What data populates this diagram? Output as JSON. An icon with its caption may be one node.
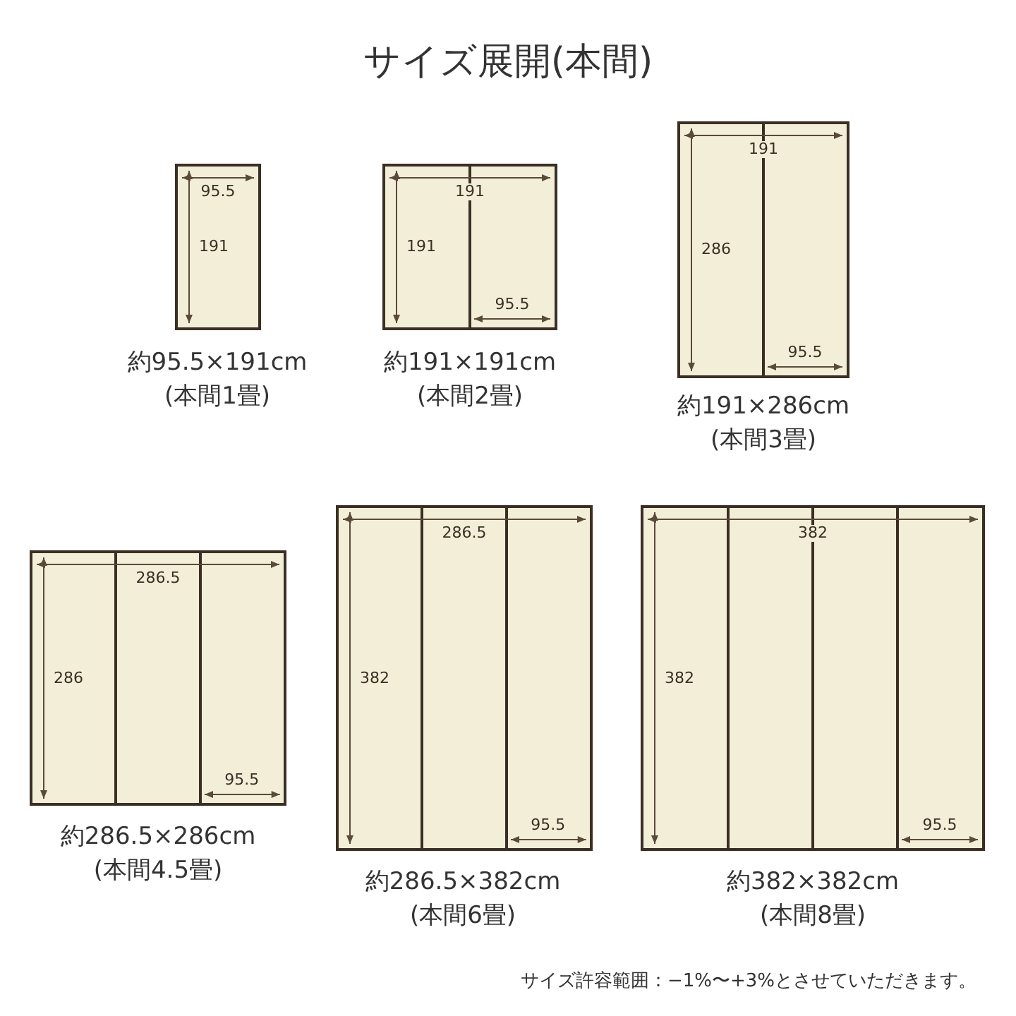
{
  "diagram": {
    "title": "サイズ展開(本間)",
    "nodes": [
      {
        "text": [
          "95.5",
          "191"
        ],
        "beside": [
          "約95.5×191cm",
          "(本間1畳)"
        ]
      },
      {
        "text": [
          "191",
          "191",
          "95.5"
        ],
        "beside": [
          "約191×191cm",
          "(本間2畳)"
        ]
      },
      {
        "text": [
          "191",
          "286",
          "95.5"
        ],
        "beside": [
          "約191×286cm",
          "(本間3畳)"
        ]
      },
      {
        "text": [
          "286.5",
          "286",
          "95.5"
        ],
        "beside": [
          "約286.5×286cm",
          "(本間4.5畳)"
        ]
      },
      {
        "text": [
          "286.5",
          "382",
          "95.5"
        ],
        "beside": [
          "約286.5×382cm",
          "(本間6畳)"
        ]
      },
      {
        "text": [
          "382",
          "382",
          "95.5"
        ],
        "beside": [
          "約382×382cm",
          "(本間8畳)"
        ]
      }
    ],
    "labels": [
      "サイズ許容範囲：−1%〜+3%とさせていただきます。"
    ]
  }
}
